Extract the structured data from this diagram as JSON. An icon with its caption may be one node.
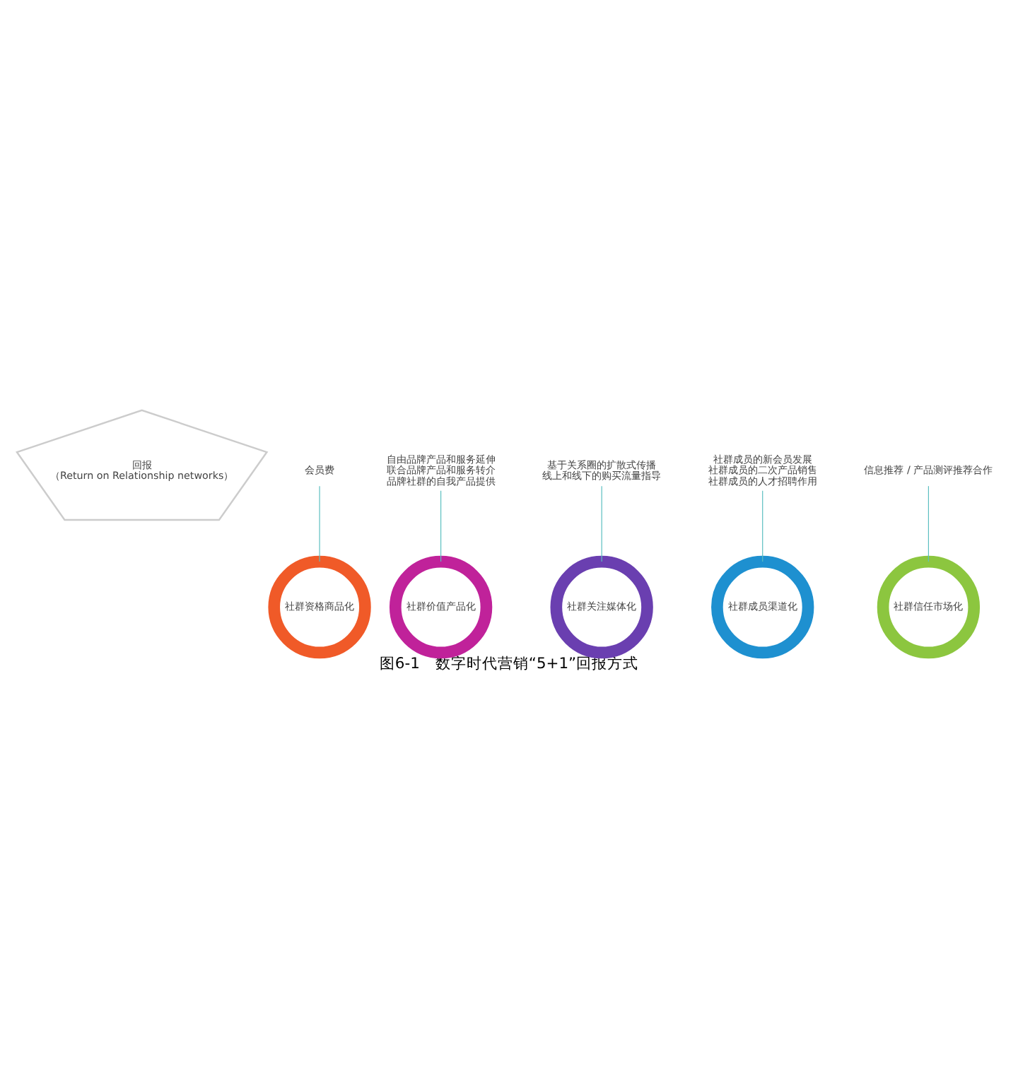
{
  "diagram": {
    "title": "图6-1　数字时代营销“5+1”回报方式",
    "nodes": [
      {
        "text": [
          "回报",
          "（Return on Relationship networks）"
        ]
      },
      {
        "text": [
          "社群资格商品化"
        ]
      },
      {
        "text": [
          "社群价值产品化"
        ]
      },
      {
        "text": [
          "社群关注媒体化"
        ]
      },
      {
        "text": [
          "社群成员渠道化"
        ]
      },
      {
        "text": [
          "社群信任市场化"
        ]
      },
      {
        "text": [
          "信息推荐 / 产品测评推荐合作"
        ]
      },
      {
        "text": [
          "会员费"
        ]
      },
      {
        "text": [
          "自由品牌产品和服务延伸",
          "联合品牌产品和服务转介",
          "品牌社群的自我产品提供"
        ]
      },
      {
        "text": [
          "基于关系圈的扩散式传播",
          "线上和线下的购买流量指导"
        ]
      },
      {
        "text": [
          "社群成员的新会员发展",
          "社群成员的二次产品销售",
          "社群成员的人才招聘作用"
        ]
      }
    ],
    "edges": [
      {
        "from": 6,
        "to": 5,
        "arrow": "none"
      },
      {
        "from": 7,
        "to": 1,
        "arrow": "none"
      },
      {
        "from": 8,
        "to": 2,
        "arrow": "none"
      },
      {
        "from": 9,
        "to": 3,
        "arrow": "none"
      },
      {
        "from": 10,
        "to": 4,
        "arrow": "none"
      }
    ]
  }
}
